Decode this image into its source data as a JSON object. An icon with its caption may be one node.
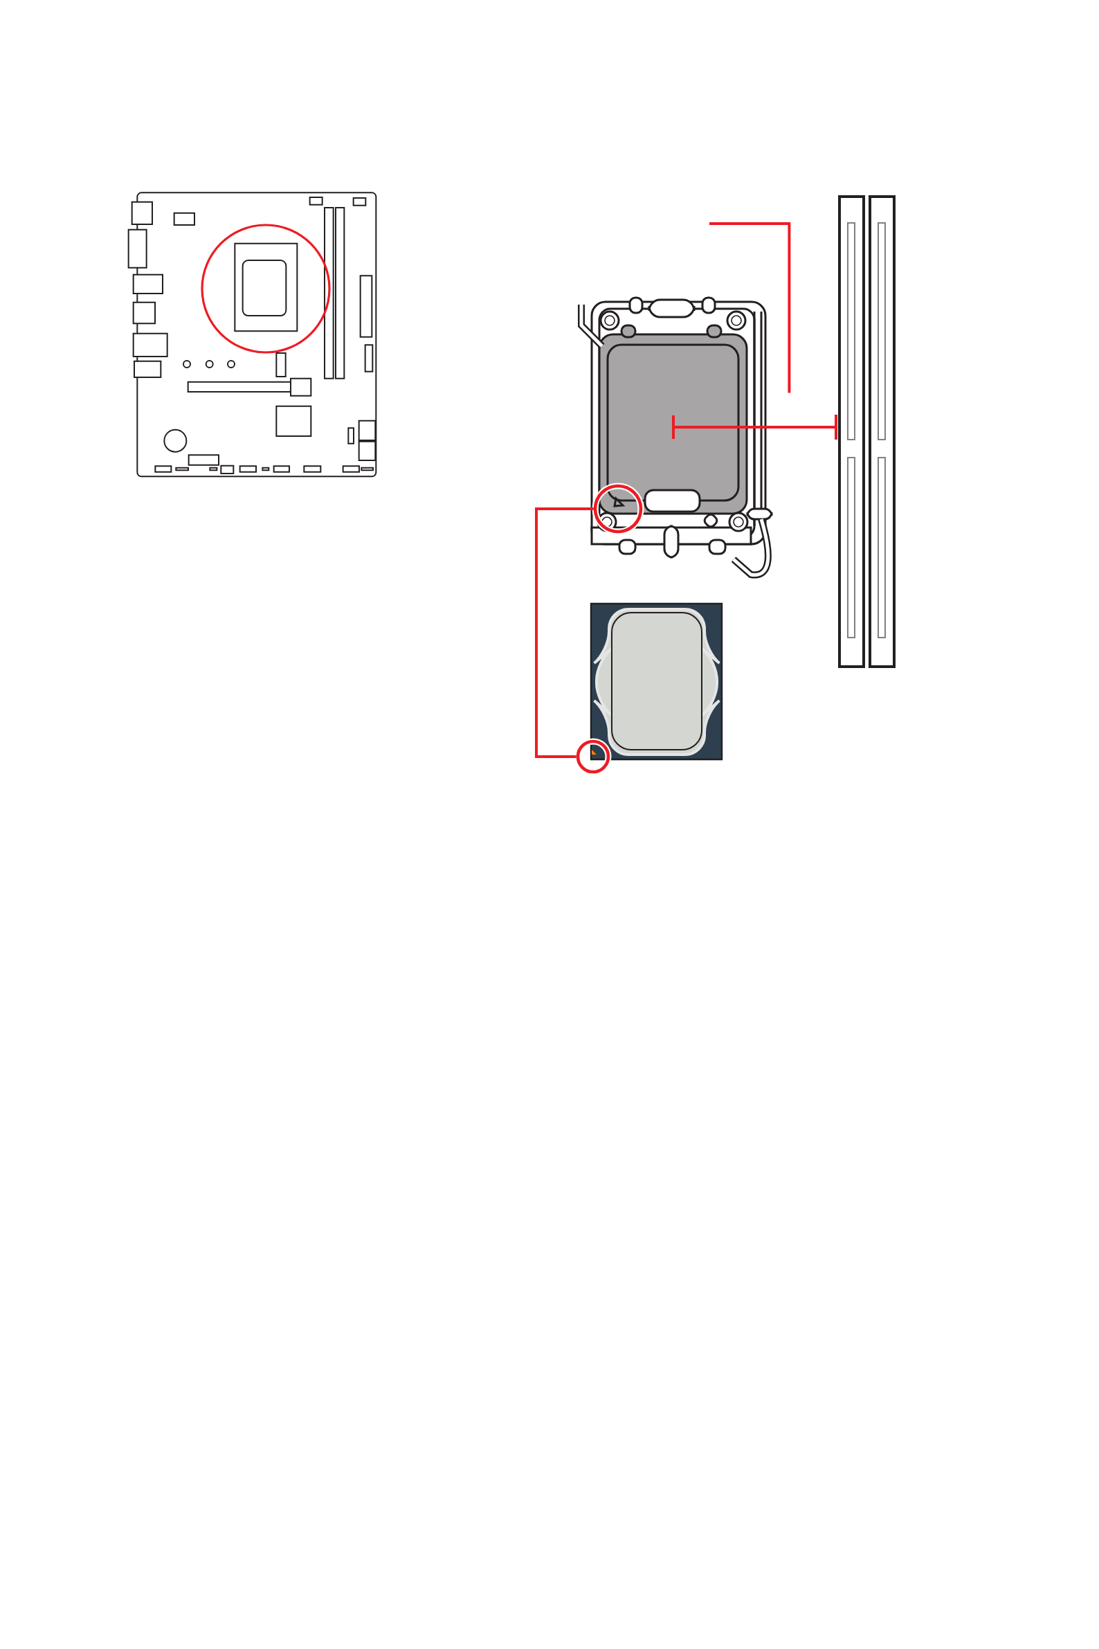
{
  "diagram": {
    "nodes": [
      {
        "text": [],
        "shape": "picture"
      },
      {
        "text": [],
        "shape": "circle",
        "in": 0
      },
      {
        "text": [],
        "shape": "circle"
      }
    ],
    "edges": [
      {
        "from": null,
        "to": 0,
        "arrow": "none"
      },
      {
        "from": 1,
        "to": 2,
        "arrow": "none"
      }
    ]
  }
}
